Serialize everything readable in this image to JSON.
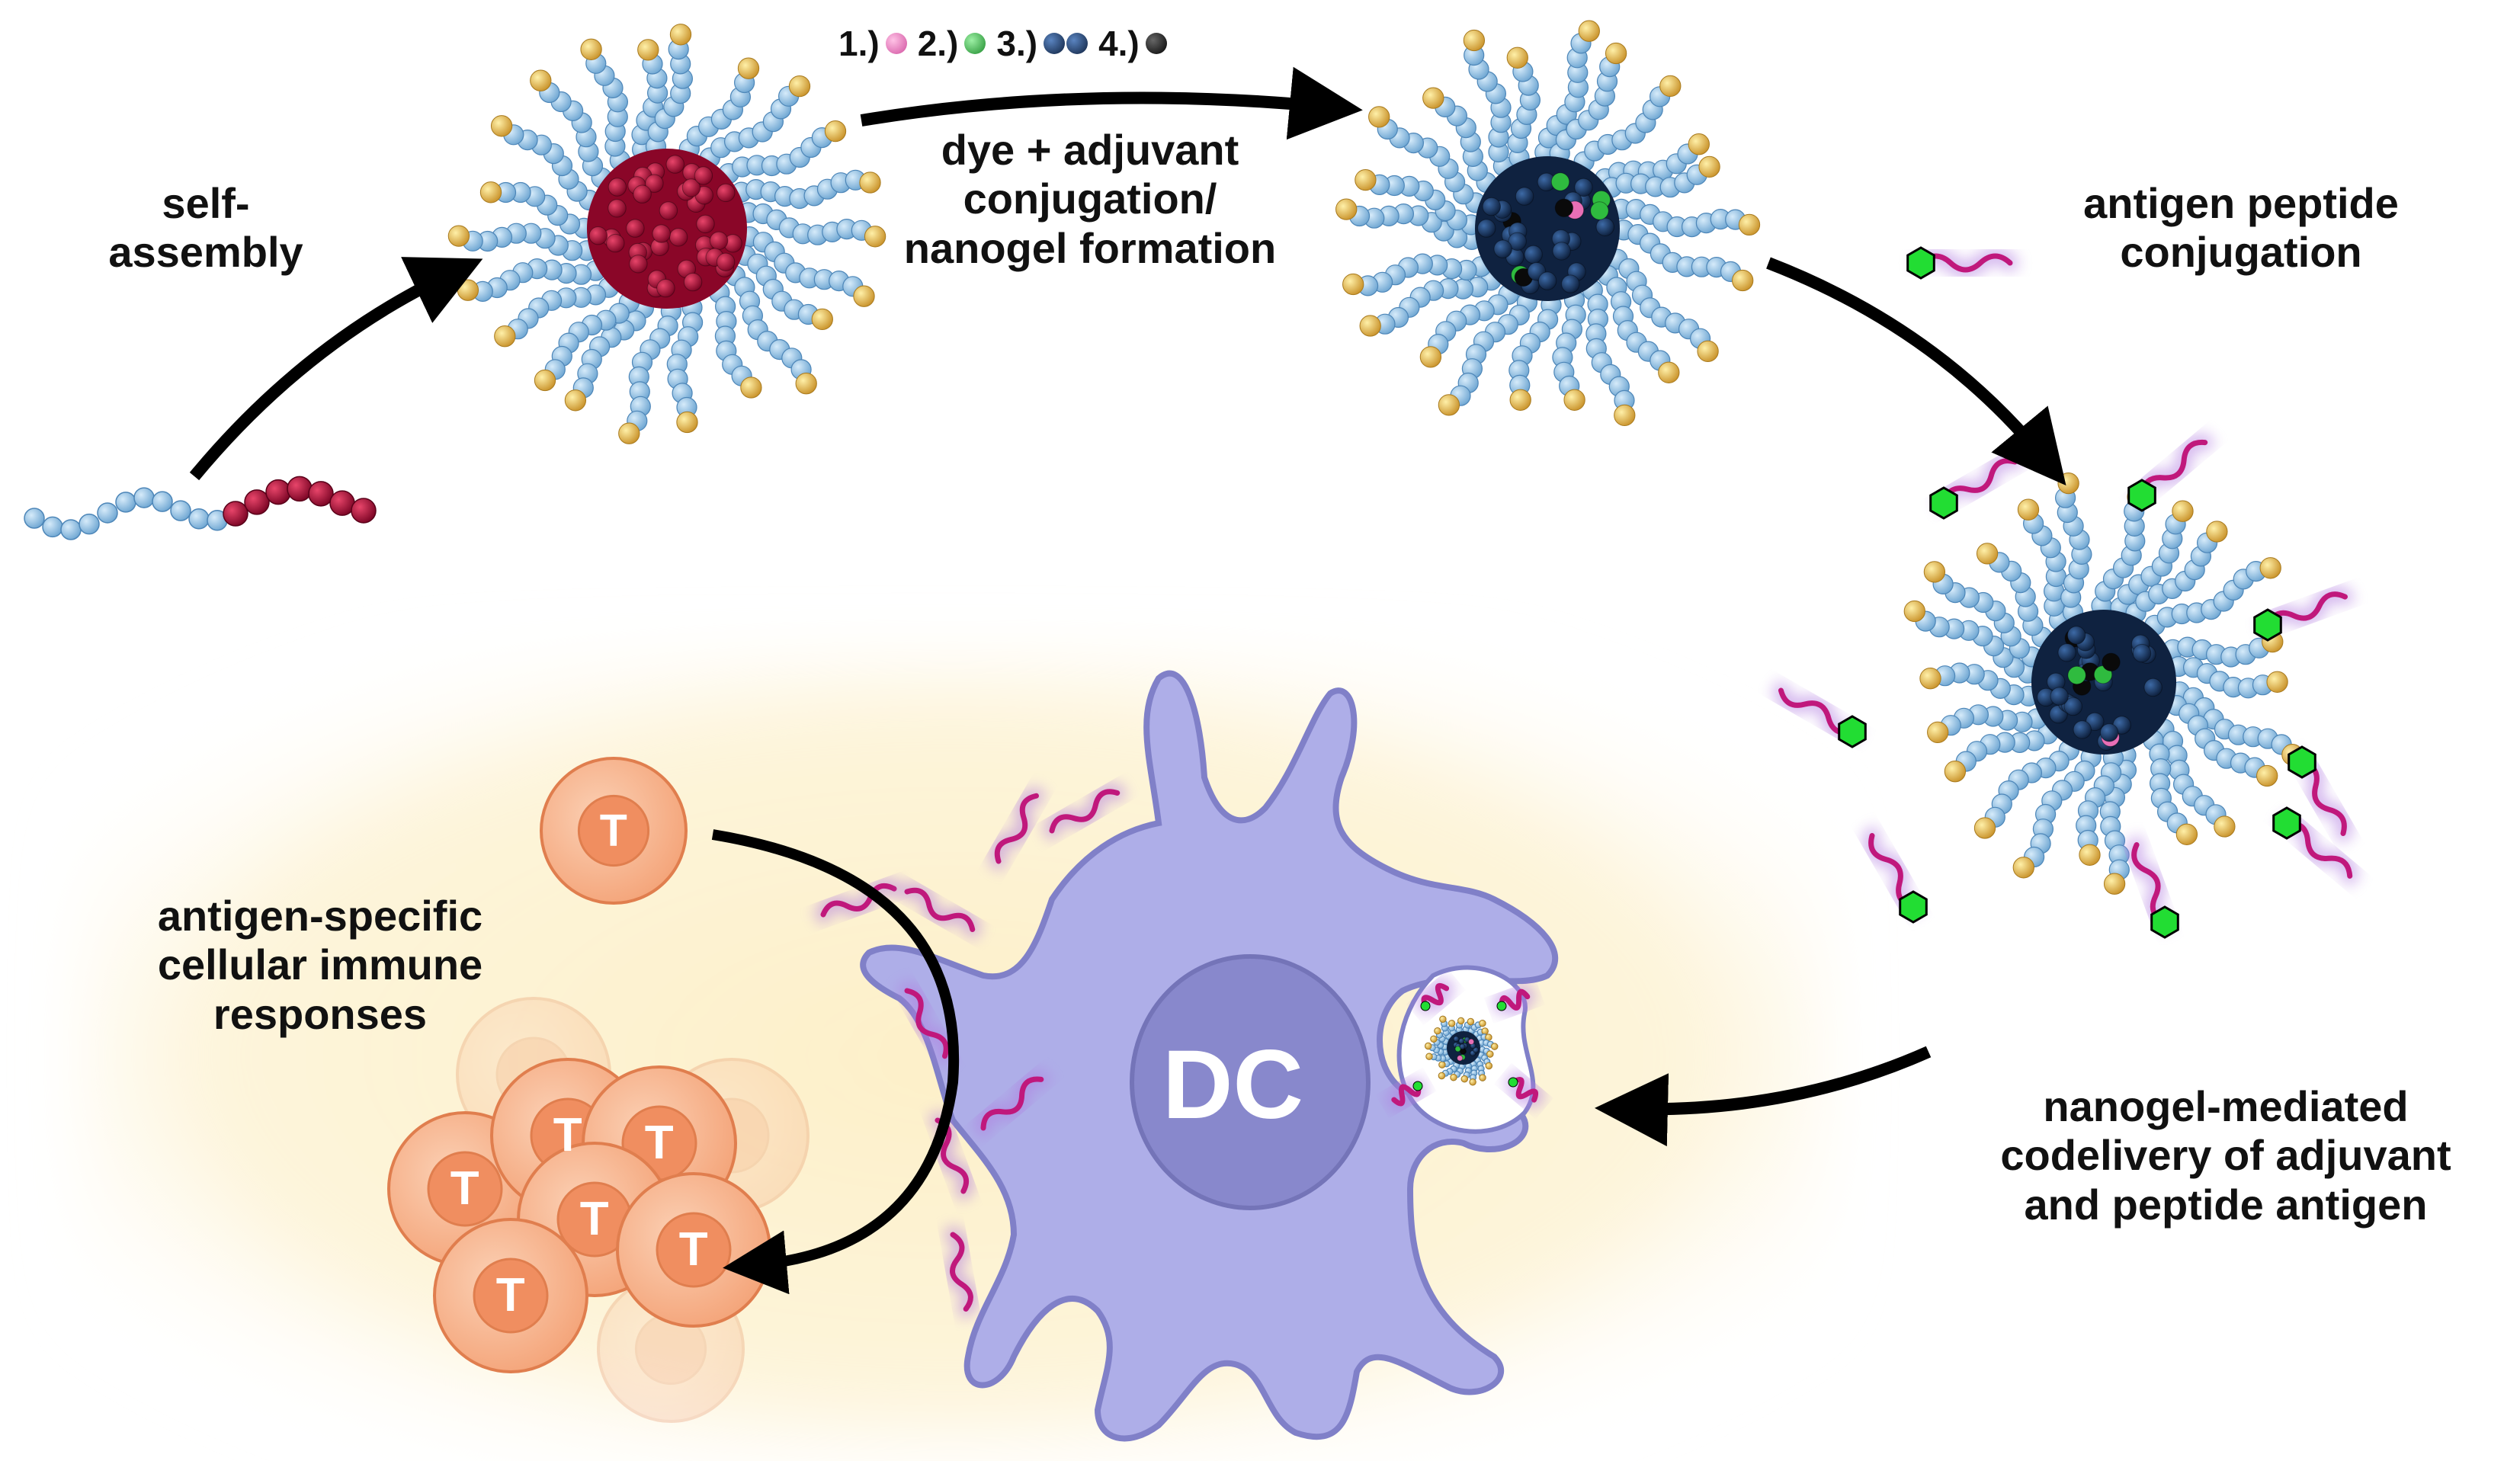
{
  "labels": {
    "self_assembly": [
      "self-",
      "assembly"
    ],
    "conjugation": [
      "dye + adjuvant",
      "conjugation/",
      "nanogel formation"
    ],
    "antigen_peptide": [
      "antigen peptide",
      "conjugation"
    ],
    "codelivery": [
      "nanogel-mediated",
      "codelivery of adjuvant",
      "and peptide antigen"
    ],
    "immune": [
      "antigen-specific",
      "cellular immune",
      "responses"
    ],
    "dc": "DC",
    "t_cell": "T"
  },
  "key": [
    {
      "label": "1.)",
      "color": "#e86fb6"
    },
    {
      "label": "2.)",
      "color": "#2aa63a"
    },
    {
      "label": "3.)",
      "color": "#1b3a6b"
    },
    {
      "label": "4.)",
      "color": "#111111"
    }
  ],
  "colors": {
    "shell_bead": "#8ec1e6",
    "core_red": "#b0103a",
    "core_dark": "#1b3a6b",
    "end_group": "#e3b53a",
    "peptide": "#c0187c",
    "peptide_glow": "#b07be0",
    "antigen_hex": "#22dd33",
    "dc_fill": "#aeaee8",
    "dc_outline": "#8080c8",
    "dc_nucleus": "#8888cc",
    "t_cell": "#f6b58e",
    "arrow": "#000000",
    "background_glow": "#fdf0c8"
  },
  "icons": [
    "polymer-chain-icon",
    "micelle-icon",
    "nanogel-icon",
    "dendritic-cell-icon",
    "t-cell-icon"
  ]
}
